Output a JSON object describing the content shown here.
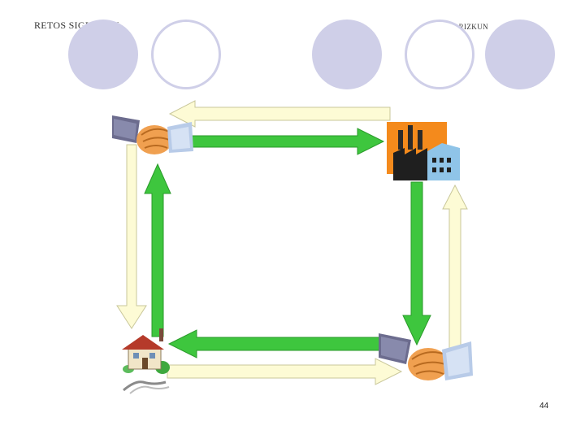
{
  "header": {
    "left_title": "RETOS SIGLO XXI",
    "right_author": "A. ARIZKUN"
  },
  "footer": {
    "page_number": "44"
  },
  "colors": {
    "circle_fill": "#cfcfe8",
    "green_flow": "#3ec63e",
    "cream_flow": "#fdfbd5",
    "factory_backdrop": "#f48a1c"
  },
  "icons": {
    "top_left": "handshake-icon",
    "top_right": "factory-icon",
    "bottom_left": "house-icon",
    "bottom_right": "handshake-icon"
  }
}
